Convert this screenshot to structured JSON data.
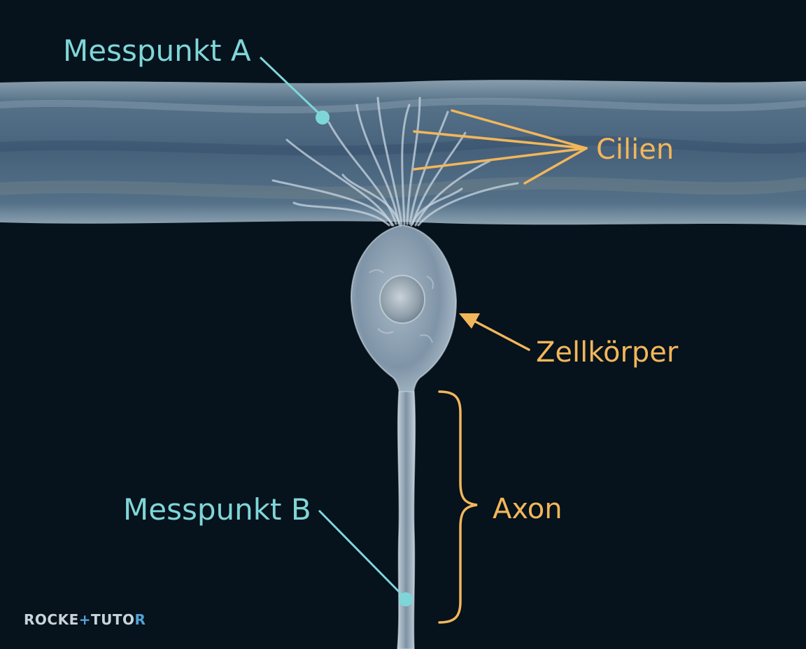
{
  "labels": {
    "messpunkt_a": "Messpunkt A",
    "messpunkt_b": "Messpunkt B",
    "cilien": "Cilien",
    "zellkoerper": "Zellkörper",
    "axon": "Axon"
  },
  "logo": {
    "part1": "ROCKE",
    "cross": "+",
    "part2": "TUTO",
    "part3": "R"
  },
  "colors": {
    "background": "#06121c",
    "measure_point": "#7fd6d8",
    "annotation": "#f2b65a",
    "tissue": "#8aa3b5"
  }
}
